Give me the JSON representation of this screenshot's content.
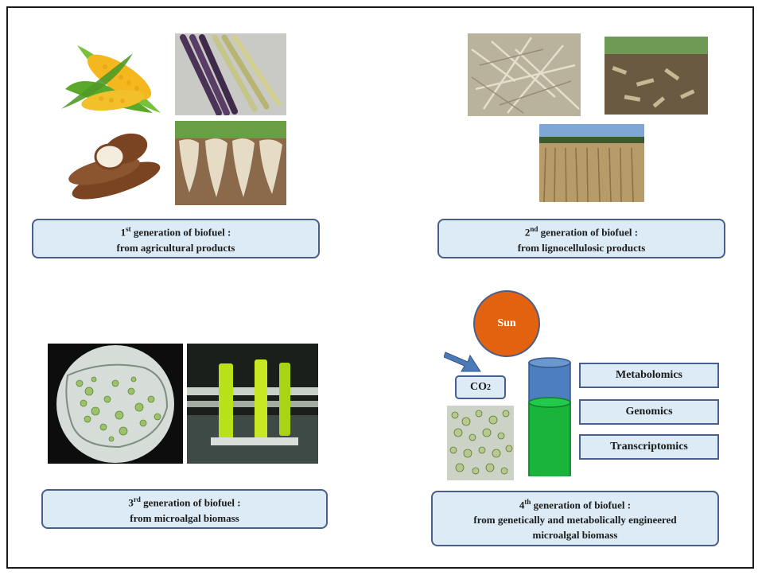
{
  "gen1": {
    "ordinal": "1",
    "suffix": "st",
    "title": "generation of biofuel :",
    "subtitle": "from agricultural products"
  },
  "gen2": {
    "ordinal": "2",
    "suffix": "nd",
    "title": "generation of biofuel :",
    "subtitle": "from lignocellulosic products"
  },
  "gen3": {
    "ordinal": "3",
    "suffix": "rd",
    "title": "generation of biofuel :",
    "subtitle": "from microalgal biomass"
  },
  "gen4": {
    "ordinal": "4",
    "suffix": "th",
    "title": "generation of biofuel :",
    "line2": "from genetically and metabolically engineered",
    "line3": "microalgal biomass"
  },
  "sun_label": "Sun",
  "co2": {
    "base": "CO",
    "sub": "2"
  },
  "omics": [
    "Metabolomics",
    "Genomics",
    "Transcriptomics"
  ],
  "colors": {
    "caption_fill": "#dcebf5",
    "caption_border": "#4a5e8c",
    "sun": "#e2620f",
    "arrow": "#4a7ab8",
    "tube_top": "#4d7fc0",
    "tube_liquid": "#19b43c"
  }
}
